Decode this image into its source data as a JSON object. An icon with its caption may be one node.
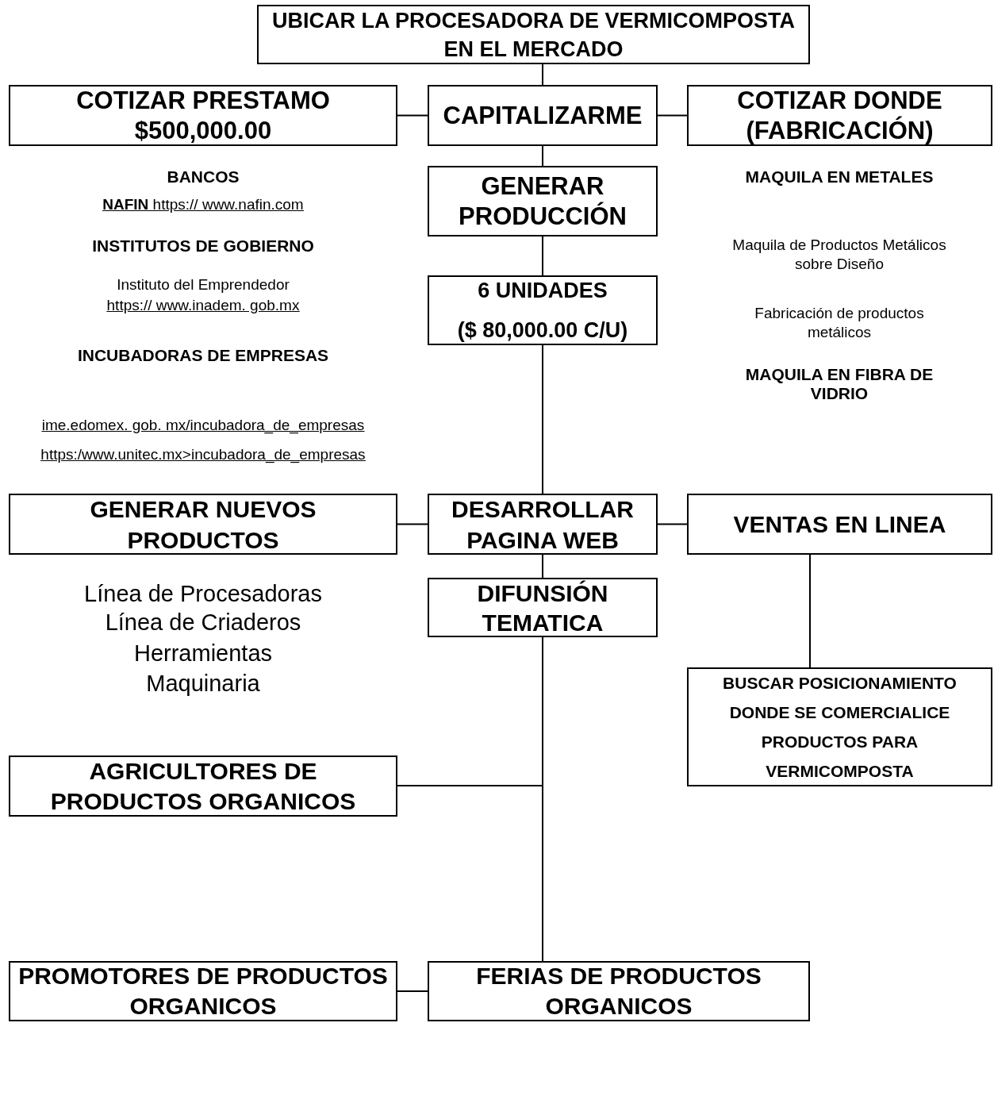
{
  "diagram": {
    "nodes": [
      {
        "text": [
          "UBICAR LA PROCESADORA DE VERMICOMPOSTA EN EL MERCADO"
        ]
      },
      {
        "text": [
          "COTIZAR PRESTAMO $500,000.00"
        ]
      },
      {
        "text": [
          "CAPITALIZARME"
        ]
      },
      {
        "text": [
          "COTIZAR DONDE (FABRICACIÓN)"
        ]
      },
      {
        "text": [
          "GENERAR PRODUCCIÓN"
        ]
      },
      {
        "text": [
          "6 UNIDADES",
          "($ 80,000.00 C/U)"
        ]
      },
      {
        "text": [
          "GENERAR NUEVOS PRODUCTOS"
        ]
      },
      {
        "text": [
          "DESARROLLAR PAGINA WEB"
        ]
      },
      {
        "text": [
          "VENTAS EN LINEA"
        ]
      },
      {
        "text": [
          "DIFUNSIÓN TEMATICA"
        ]
      },
      {
        "text": [
          "BUSCAR POSICIONAMIENTO DONDE SE COMERCIALICE PRODUCTOS PARA VERMICOMPOSTA"
        ]
      },
      {
        "text": [
          "AGRICULTORES DE PRODUCTOS ORGANICOS"
        ]
      },
      {
        "text": [
          "PROMOTORES DE PRODUCTOS ORGANICOS"
        ]
      },
      {
        "text": [
          "FERIAS DE PRODUCTOS ORGANICOS"
        ]
      }
    ],
    "edges": [
      {
        "from": 0,
        "to": 2,
        "arrow": "none"
      },
      {
        "from": 2,
        "to": 1,
        "arrow": "none"
      },
      {
        "from": 2,
        "to": 3,
        "arrow": "none"
      },
      {
        "from": 2,
        "to": 4,
        "arrow": "none"
      },
      {
        "from": 4,
        "to": 5,
        "arrow": "none"
      },
      {
        "from": 5,
        "to": 7,
        "arrow": "none"
      },
      {
        "from": 7,
        "to": 6,
        "arrow": "none"
      },
      {
        "from": 7,
        "to": 8,
        "arrow": "none"
      },
      {
        "from": 7,
        "to": 9,
        "arrow": "none"
      },
      {
        "from": 9,
        "to": 11,
        "arrow": "none"
      },
      {
        "from": 9,
        "to": 13,
        "arrow": "none"
      },
      {
        "from": 12,
        "to": 13,
        "arrow": "none"
      },
      {
        "from": 8,
        "to": 10,
        "arrow": "none"
      }
    ],
    "labels": [
      "BANCOS",
      "**NAFIN**   https:// www.nafin.com",
      "INSTITUTOS DE GOBIERNO",
      "Instituto del Emprendedor",
      "https:// www.inadem. gob.mx",
      "INCUBADORAS DE EMPRESAS",
      "ime.edomex. gob. mx/incubadora_de_empresas",
      "https:/www.unitec.mx>incubadora_de_empresas",
      "MAQUILA EN METALES",
      "Maquila de Productos Metálicos sobre Diseño",
      "Fabricación de productos metálicos",
      "MAQUILA EN FIBRA DE VIDRIO",
      "Línea de Procesadoras",
      "Línea de Criaderos",
      "Herramientas",
      "Maquinaria"
    ]
  }
}
